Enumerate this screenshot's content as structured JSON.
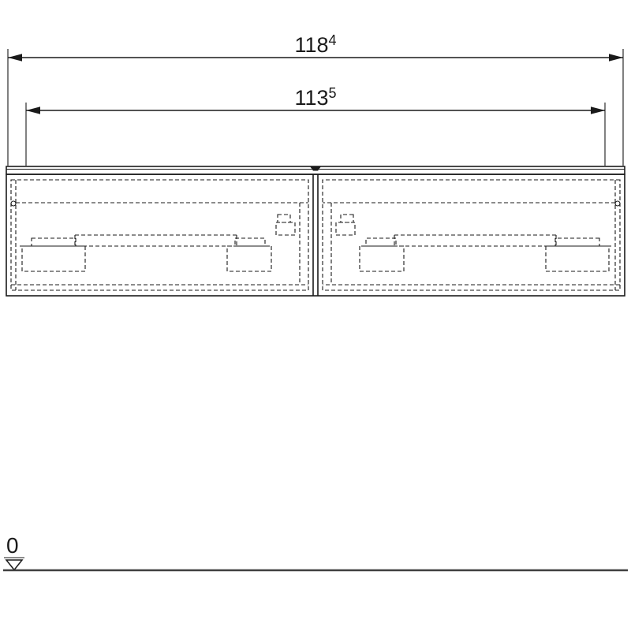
{
  "drawing": {
    "dimension_outer": {
      "value": "118",
      "superscript": "4"
    },
    "dimension_inner": {
      "value": "113",
      "superscript": "5"
    },
    "datum_label": "0"
  },
  "colors": {
    "line": "#1a1a1a",
    "ground_line": "#404040",
    "background": "#ffffff"
  }
}
